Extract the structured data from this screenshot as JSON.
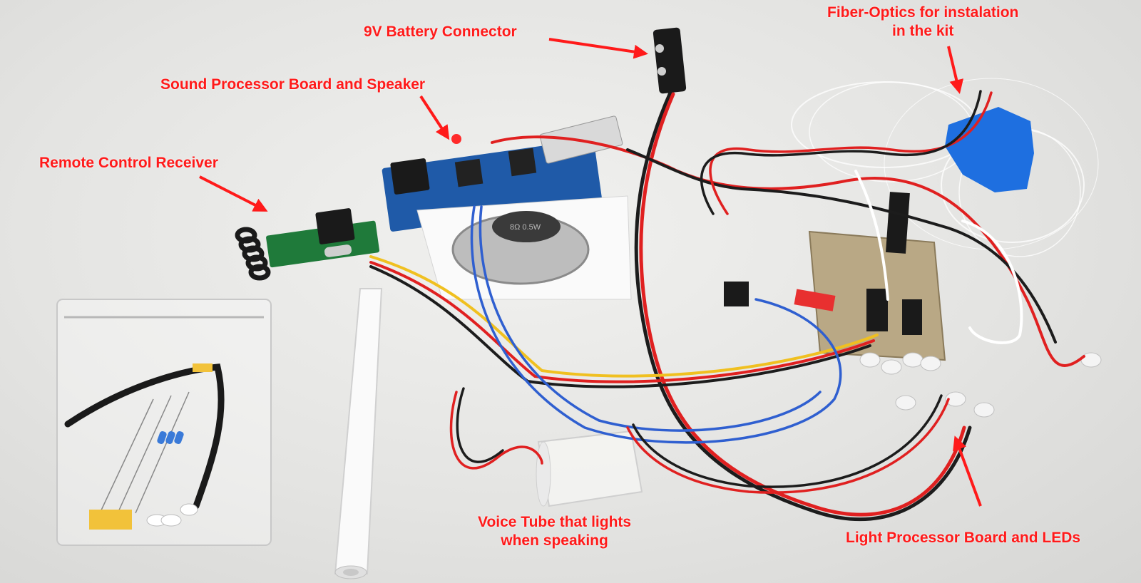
{
  "labels": {
    "battery": "9V Battery Connector",
    "sound": "Sound Processor Board and Speaker",
    "remote": "Remote Control Receiver",
    "fiber_line1": "Fiber-Optics for instalation",
    "fiber_line2": "in the kit",
    "voice_line1": "Voice Tube that lights",
    "voice_line2": "when speaking",
    "light": "Light Processor Board and LEDs"
  },
  "speaker_text": "8Ω 0.5W",
  "colors": {
    "label": "#ff1a1a",
    "background": "#e6e6e4",
    "wire_red": "#e02020",
    "wire_black": "#1c1c1c",
    "wire_blue": "#2f5fd0",
    "wire_yellow": "#f0c020",
    "board_blue": "#1f5aa8",
    "board_green": "#1f7a3a",
    "tape_blue": "#1e6fe0"
  }
}
